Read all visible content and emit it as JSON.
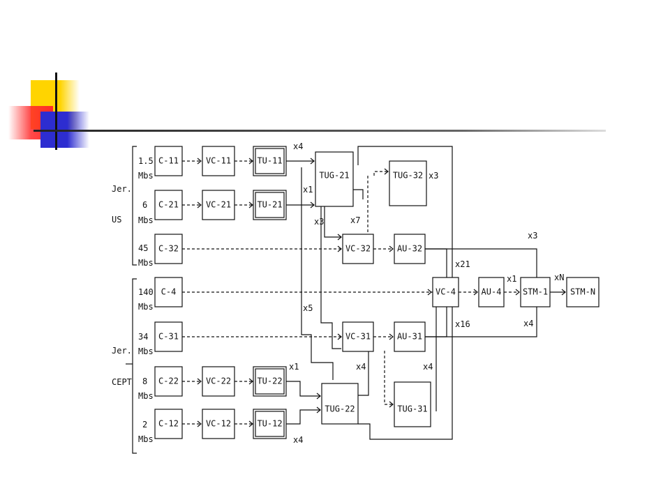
{
  "groups": {
    "us": {
      "line1": "Jer.",
      "line2": "US"
    },
    "cept": {
      "line1": "Jer.",
      "line2": "CEPT"
    }
  },
  "rates": {
    "r15": {
      "value": "1.5",
      "unit": "Mbs"
    },
    "r6": {
      "value": "6",
      "unit": "Mbs"
    },
    "r45": {
      "value": "45",
      "unit": "Mbs"
    },
    "r140": {
      "value": "140",
      "unit": "Mbs"
    },
    "r34": {
      "value": "34",
      "unit": "Mbs"
    },
    "r8": {
      "value": "8",
      "unit": "Mbs"
    },
    "r2": {
      "value": "2",
      "unit": "Mbs"
    }
  },
  "blocks": {
    "c11": "C-11",
    "vc11": "VC-11",
    "tu11": "TU-11",
    "c21": "C-21",
    "vc21": "VC-21",
    "tu21": "TU-21",
    "c32": "C-32",
    "c4": "C-4",
    "c31": "C-31",
    "c22": "C-22",
    "vc22": "VC-22",
    "tu22": "TU-22",
    "c12": "C-12",
    "vc12": "VC-12",
    "tu12": "TU-12",
    "tug21": "TUG-21",
    "tug32": "TUG-32",
    "vc32": "VC-32",
    "au32": "AU-32",
    "vc4": "VC-4",
    "au4": "AU-4",
    "stm1": "STM-1",
    "stmn": "STM-N",
    "vc31": "VC-31",
    "au31": "AU-31",
    "tug22": "TUG-22",
    "tug31": "TUG-31"
  },
  "multipliers": {
    "x4_tu11": "x4",
    "x1_tu21": "x1",
    "x3_tug21": "x3",
    "x7": "x7",
    "x3_tug32": "x3",
    "x3_stm": "x3",
    "x21": "x21",
    "x1_au4": "x1",
    "xN": "xN",
    "x5": "x5",
    "x16": "x16",
    "x4_stm": "x4",
    "x1_tu22": "x1",
    "x4_tug22": "x4",
    "x4_tug31": "x4",
    "x4_tu12": "x4"
  }
}
